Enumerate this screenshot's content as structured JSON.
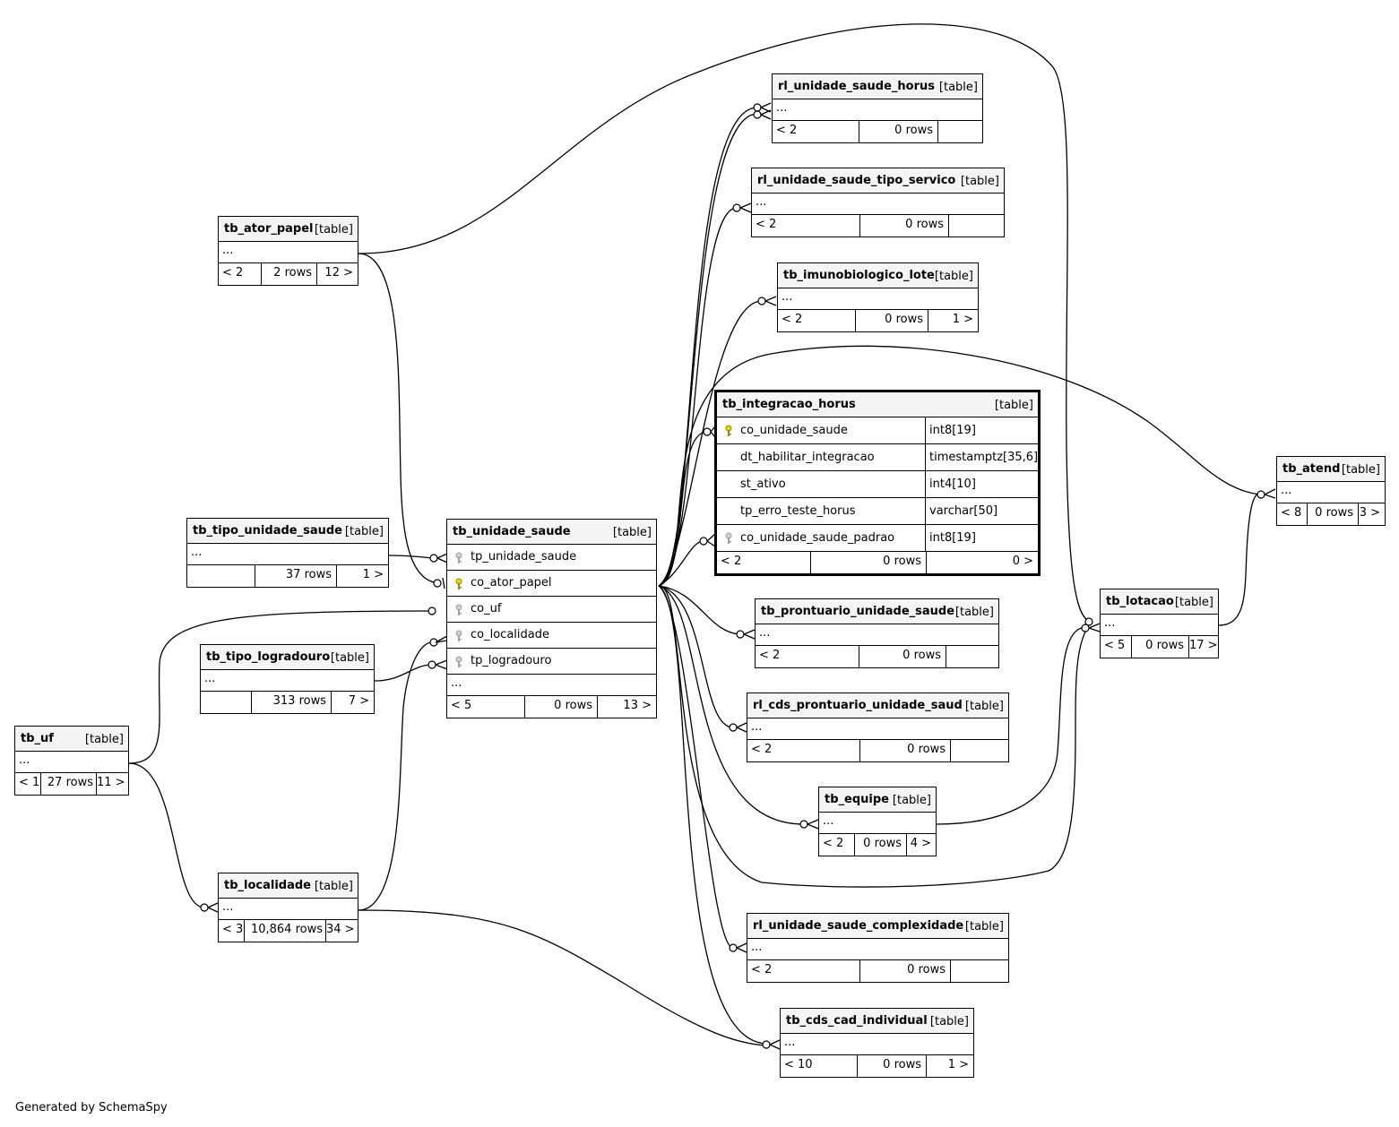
{
  "diagram": {
    "footer_credit": "Generated by SchemaSpy",
    "table_tag": "[table]",
    "ellipsis": "...",
    "tables": {
      "rl_unidade_saude_horus": {
        "name": "rl_unidade_saude_horus",
        "parents": "< 2",
        "rows": "0 rows",
        "children": ""
      },
      "rl_unidade_saude_tipo_servico": {
        "name": "rl_unidade_saude_tipo_servico",
        "parents": "< 2",
        "rows": "0 rows",
        "children": ""
      },
      "tb_imunobiologico_lote": {
        "name": "tb_imunobiologico_lote",
        "parents": "< 2",
        "rows": "0 rows",
        "children": "1 >"
      },
      "tb_ator_papel": {
        "name": "tb_ator_papel",
        "parents": "< 2",
        "rows": "2 rows",
        "children": "12 >"
      },
      "tb_integracao_horus": {
        "name": "tb_integracao_horus",
        "parents": "< 2",
        "rows": "0 rows",
        "children": "0 >",
        "columns": [
          {
            "name": "co_unidade_saude",
            "type": "int8[19]",
            "key": "primary"
          },
          {
            "name": "dt_habilitar_integracao",
            "type": "timestamptz[35,6]",
            "key": "none"
          },
          {
            "name": "st_ativo",
            "type": "int4[10]",
            "key": "none"
          },
          {
            "name": "tp_erro_teste_horus",
            "type": "varchar[50]",
            "key": "none"
          },
          {
            "name": "co_unidade_saude_padrao",
            "type": "int8[19]",
            "key": "foreign"
          }
        ]
      },
      "tb_atend": {
        "name": "tb_atend",
        "parents": "< 8",
        "rows": "0 rows",
        "children": "3 >"
      },
      "tb_tipo_unidade_saude": {
        "name": "tb_tipo_unidade_saude",
        "parents": "",
        "rows": "37 rows",
        "children": "1 >"
      },
      "tb_unidade_saude": {
        "name": "tb_unidade_saude",
        "parents": "< 5",
        "rows": "0 rows",
        "children": "13 >",
        "columns": [
          {
            "name": "tp_unidade_saude",
            "key": "foreign"
          },
          {
            "name": "co_ator_papel",
            "key": "primary"
          },
          {
            "name": "co_uf",
            "key": "foreign"
          },
          {
            "name": "co_localidade",
            "key": "foreign"
          },
          {
            "name": "tp_logradouro",
            "key": "foreign"
          }
        ]
      },
      "tb_lotacao": {
        "name": "tb_lotacao",
        "parents": "< 5",
        "rows": "0 rows",
        "children": "17 >"
      },
      "tb_prontuario_unidade_saude": {
        "name": "tb_prontuario_unidade_saude",
        "parents": "< 2",
        "rows": "0 rows",
        "children": ""
      },
      "tb_tipo_logradouro": {
        "name": "tb_tipo_logradouro",
        "parents": "",
        "rows": "313 rows",
        "children": "7 >"
      },
      "rl_cds_prontuario_unidade_saud": {
        "name": "rl_cds_prontuario_unidade_saud",
        "parents": "< 2",
        "rows": "0 rows",
        "children": ""
      },
      "tb_uf": {
        "name": "tb_uf",
        "parents": "< 1",
        "rows": "27 rows",
        "children": "11 >"
      },
      "tb_equipe": {
        "name": "tb_equipe",
        "parents": "< 2",
        "rows": "0 rows",
        "children": "4 >"
      },
      "tb_localidade": {
        "name": "tb_localidade",
        "parents": "< 3",
        "rows": "10,864 rows",
        "children": "34 >"
      },
      "rl_unidade_saude_complexidade": {
        "name": "rl_unidade_saude_complexidade",
        "parents": "< 2",
        "rows": "0 rows",
        "children": ""
      },
      "tb_cds_cad_individual": {
        "name": "tb_cds_cad_individual",
        "parents": "< 10",
        "rows": "0 rows",
        "children": "1 >"
      }
    },
    "colors": {
      "primary_key": "#e8d800",
      "foreign_key": "#a0a0a0",
      "line": "#000000",
      "header_bg": "#f4f4f4"
    }
  }
}
